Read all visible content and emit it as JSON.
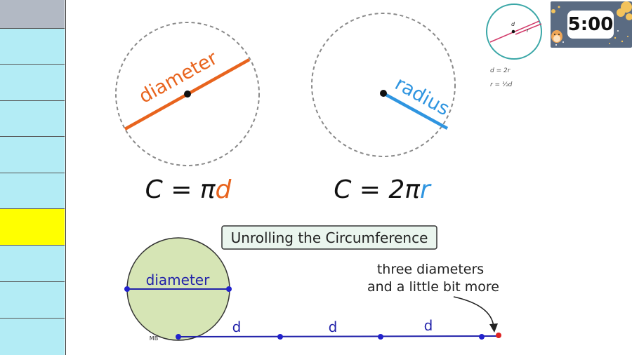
{
  "sidebar": {
    "cells": [
      {
        "color": "#b2b9c4"
      },
      {
        "color": "#b3ecf5"
      },
      {
        "color": "#b3ecf5"
      },
      {
        "color": "#b3ecf5"
      },
      {
        "color": "#b3ecf5"
      },
      {
        "color": "#b3ecf5"
      },
      {
        "color": "#ffff00"
      },
      {
        "color": "#b3ecf5"
      },
      {
        "color": "#b3ecf5"
      },
      {
        "color": "#b3ecf5"
      }
    ]
  },
  "top_diagram": {
    "diameter_label": "diameter",
    "radius_label": "radius",
    "formula_diameter": {
      "left": "C = π",
      "var": "d"
    },
    "formula_radius": {
      "left": "C = 2π",
      "var": "r"
    },
    "diameter_color": "#e8641e",
    "radius_color": "#2f95e0"
  },
  "reference_card": {
    "d_label": "d",
    "r_label": "r",
    "formula_1": "d = 2r",
    "formula_2": "r = ½d"
  },
  "timer": {
    "display": "5:00"
  },
  "unroll_diagram": {
    "title": "Unrolling the Circumference",
    "circle_label": "diameter",
    "segment_labels": [
      "d",
      "d",
      "d"
    ],
    "annotation_line1": "three diameters",
    "annotation_line2": "and a little bit more",
    "credit": "MB",
    "line_color": "#2222aa",
    "circle_fill": "#d6e5b5"
  }
}
